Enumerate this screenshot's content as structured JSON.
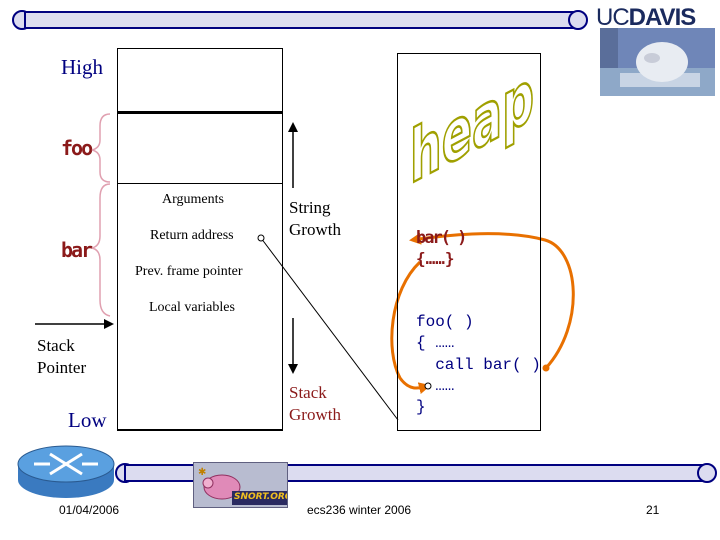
{
  "slide": {
    "logo_text_uc": "UC",
    "logo_text_davis": "DAVIS",
    "heap_word": "heap",
    "footer_date": "01/04/2006",
    "footer_course": "ecs236 winter 2006",
    "page_number": "21",
    "snort_badge": "SNORT.ORG"
  },
  "stack": {
    "high_label": "High",
    "low_label": "Low",
    "foo_label": "foo",
    "bar_label": "bar",
    "stack_pointer_label": [
      "Stack",
      "Pointer"
    ],
    "frame_fields": [
      "Arguments",
      "Return address",
      "Prev. frame pointer",
      "Local variables"
    ]
  },
  "growth": {
    "string_growth": [
      "String",
      "Growth"
    ],
    "stack_growth": [
      "Stack",
      "Growth"
    ]
  },
  "heap": {
    "bar_code": [
      "bar( )",
      "{……}"
    ],
    "foo_code": [
      "foo( )",
      "{ ……",
      "  call bar( )",
      "  ……",
      "}"
    ]
  },
  "colors": {
    "navy": "#000080",
    "bar_fill": "#dcdcf0",
    "label_red": "#8b1a1a",
    "bracket_pink": "#e0a0b0",
    "heap_green": "#a0a000",
    "arrow_orange": "#e87000"
  }
}
